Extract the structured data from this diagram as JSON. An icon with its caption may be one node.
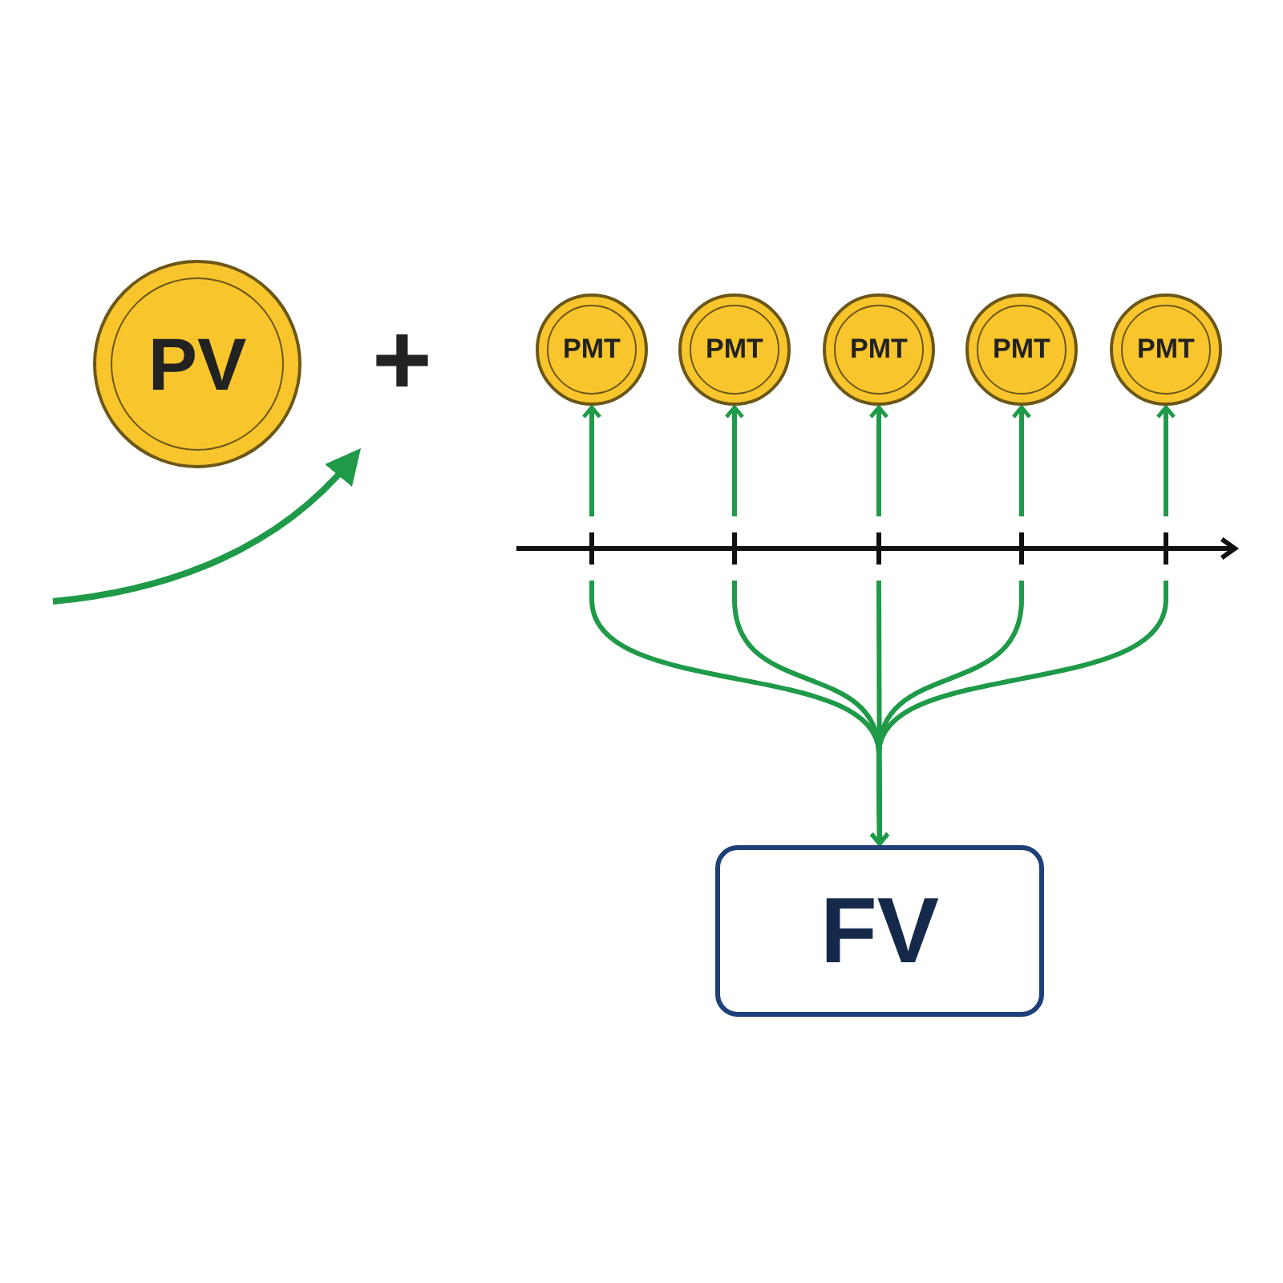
{
  "diagram": {
    "nodes": [
      {
        "text": [
          "PV"
        ]
      },
      {
        "text": [
          "PMT"
        ]
      },
      {
        "text": [
          "PMT"
        ]
      },
      {
        "text": [
          "PMT"
        ]
      },
      {
        "text": [
          "PMT"
        ]
      },
      {
        "text": [
          "PMT"
        ]
      },
      {
        "text": [
          "FV"
        ]
      }
    ],
    "edges": [
      {
        "from": null,
        "to": 1,
        "arrow": "to"
      },
      {
        "from": null,
        "to": 2,
        "arrow": "to"
      },
      {
        "from": null,
        "to": 3,
        "arrow": "to"
      },
      {
        "from": null,
        "to": 4,
        "arrow": "to"
      },
      {
        "from": null,
        "to": 5,
        "arrow": "to"
      },
      {
        "from": null,
        "to": 6,
        "arrow": "to"
      },
      {
        "from": null,
        "to": 6,
        "arrow": "to"
      },
      {
        "from": null,
        "to": 6,
        "arrow": "to"
      },
      {
        "from": null,
        "to": 6,
        "arrow": "to"
      },
      {
        "from": null,
        "to": 6,
        "arrow": "to"
      }
    ],
    "labels": [
      "+"
    ]
  }
}
